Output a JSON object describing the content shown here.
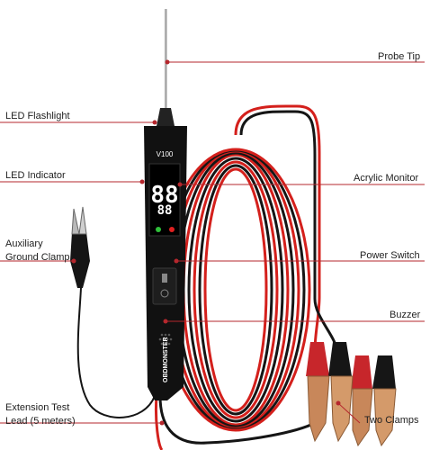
{
  "labels": {
    "probe_tip": "Probe Tip",
    "led_flashlight": "LED Flashlight",
    "led_indicator": "LED Indicator",
    "acrylic_monitor": "Acrylic Monitor",
    "auxiliary_ground_clamp_line1": "Auxiliary",
    "auxiliary_ground_clamp_line2": "Ground Clamp",
    "power_switch": "Power Switch",
    "buzzer": "Buzzer",
    "extension_test_lead_line1": "Extension Test",
    "extension_test_lead_line2": "Lead (5 meters)",
    "two_clamps": "Two Clamps"
  },
  "device": {
    "model": "V100",
    "display_digits": "88",
    "brand": "OBDMONSTER"
  },
  "colors": {
    "leader_line": "#b5272d",
    "device_body": "#111111",
    "cable_red": "#d4201c",
    "cable_black": "#151515",
    "clamp_copper": "#c8875a"
  }
}
